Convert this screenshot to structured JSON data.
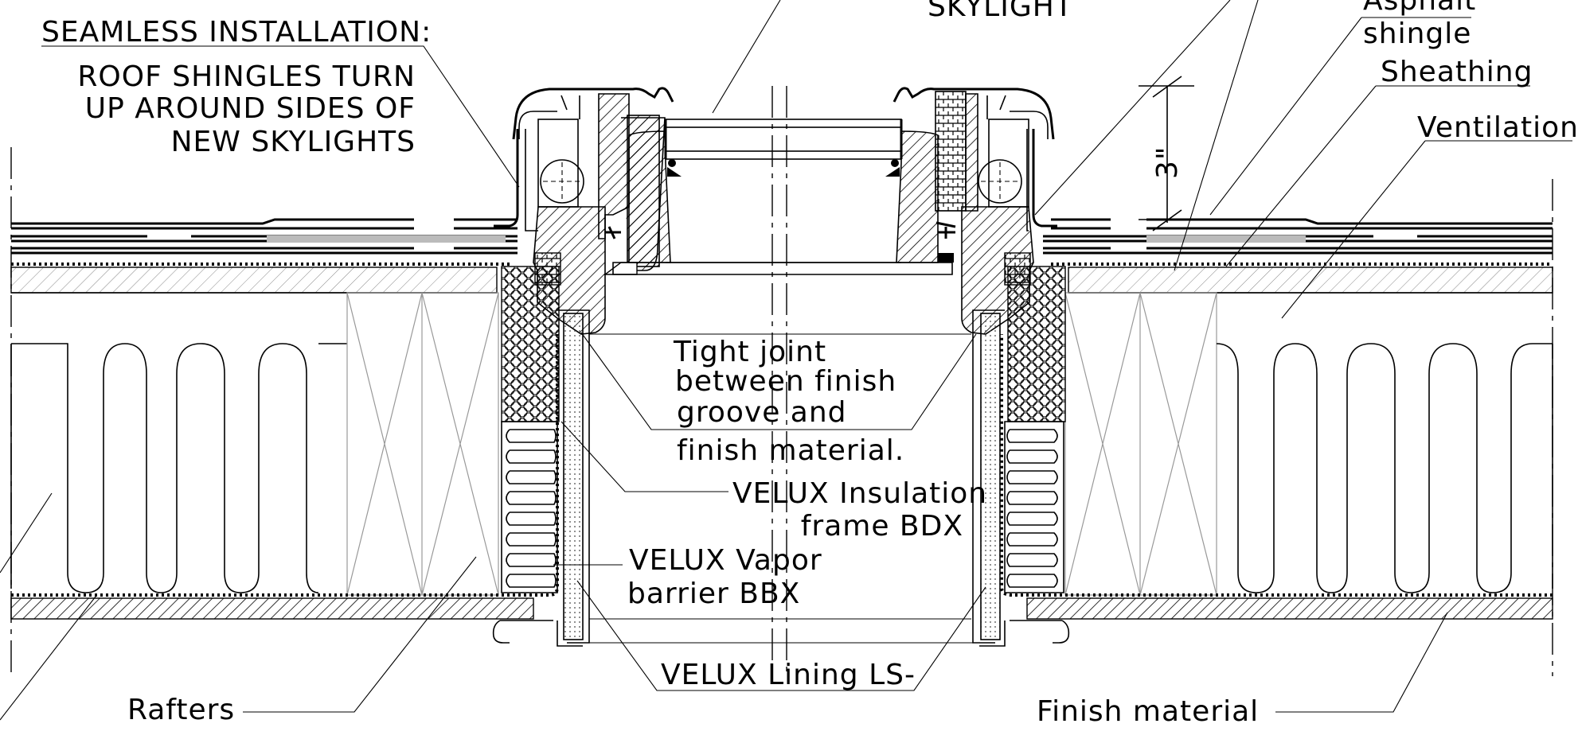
{
  "labels": {
    "seamless_title": "SEAMLESS INSTALLATION:",
    "seamless_line1": "ROOF SHINGLES TURN",
    "seamless_line2": "UP AROUND SIDES OF",
    "seamless_line3": "NEW SKYLIGHTS",
    "skylight": "SKYLIGHT",
    "asphalt_line1": "Asphalt",
    "asphalt_line2": "shingle",
    "sheathing": "Sheathing",
    "ventilation": "Ventilation",
    "dimension": "3\"",
    "tight_line1": "Tight joint",
    "tight_line2": "between finish",
    "tight_line3": "groove and",
    "tight_line4": "finish material.",
    "insulation_line1": "VELUX Insulation",
    "insulation_line2": "frame BDX",
    "vapor_line1": "VELUX Vapor",
    "vapor_line2": "barrier BBX",
    "lining": "VELUX Lining LS-",
    "rafters": "Rafters",
    "finish": "Finish material"
  },
  "colors": {
    "line": "#000000",
    "hatch_light": "#999999",
    "background": "#ffffff"
  }
}
